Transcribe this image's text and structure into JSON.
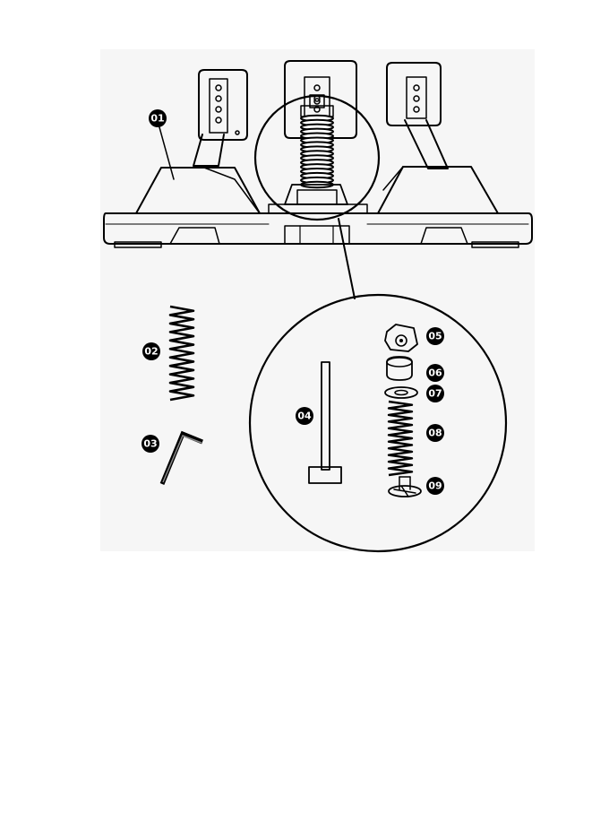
{
  "callouts": {
    "c01": "01",
    "c02": "02",
    "c03": "03",
    "c04": "04",
    "c05": "05",
    "c06": "06",
    "c07": "07",
    "c08": "08",
    "c09": "09"
  }
}
